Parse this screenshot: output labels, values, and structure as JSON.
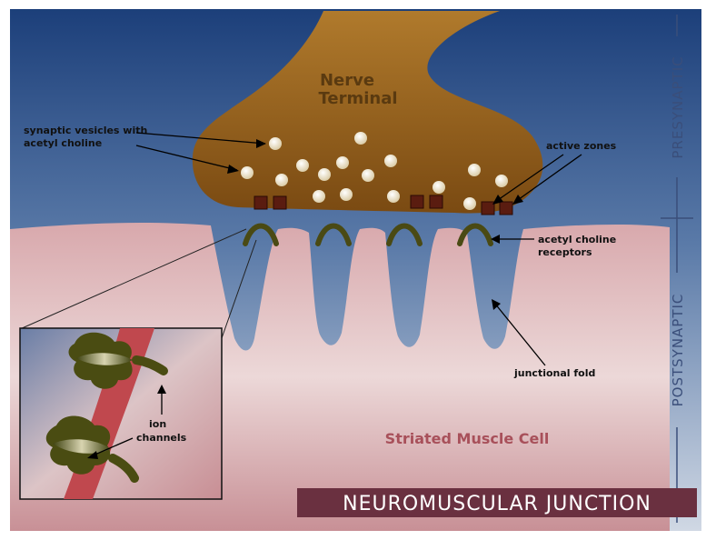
{
  "diagram": {
    "title": "NEUROMUSCULAR JUNCTION",
    "nerve_terminal": {
      "line1": "Nerve",
      "line2": "Terminal"
    },
    "muscle_cell": "Striated Muscle Cell",
    "side_labels": {
      "presynaptic": "PRESYNAPTIC",
      "postsynaptic": "POSTSYNAPTIC"
    },
    "labels": {
      "synaptic_vesicles_line1": "synaptic vesicles with",
      "synaptic_vesicles_line2": "acetyl choline",
      "active_zones": "active zones",
      "receptors_line1": "acetyl choline",
      "receptors_line2": "receptors",
      "junctional_fold": "junctional fold",
      "ion_channels_line1": "ion",
      "ion_channels_line2": "channels"
    },
    "colors": {
      "background_top": "#1c3f7a",
      "background_bottom": "#b8c6d8",
      "nerve": "#9a6a24",
      "muscle": "#d4a8aa",
      "receptor": "#4a4a14",
      "active_zone": "#5a1c10",
      "banner": "#6a3040"
    }
  }
}
